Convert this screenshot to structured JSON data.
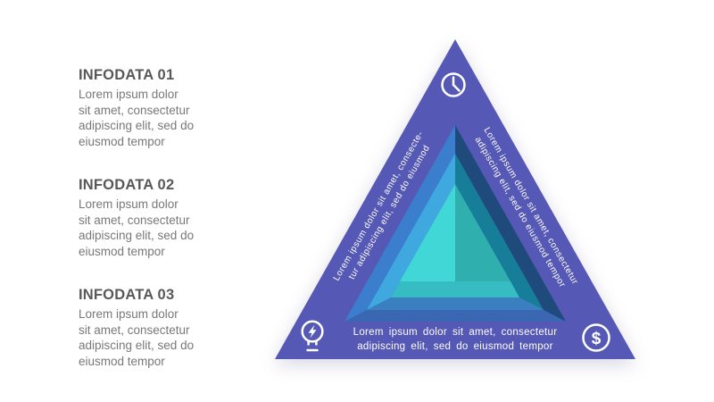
{
  "infodata_list": {
    "items": [
      {
        "title": "INFODATA 01",
        "lines": [
          "Lorem ipsum dolor",
          "sit amet, consectetur",
          "adipiscing elit, sed do",
          "eiusmod tempor"
        ]
      },
      {
        "title": "INFODATA 02",
        "lines": [
          "Lorem ipsum dolor",
          "sit amet, consectetur",
          "adipiscing elit, sed do",
          "eiusmod tempor"
        ]
      },
      {
        "title": "INFODATA 03",
        "lines": [
          "Lorem ipsum dolor",
          "sit amet, consectetur",
          "adipiscing elit, sed do",
          "eiusmod tempor"
        ]
      }
    ]
  },
  "pyramid": {
    "left_edge_label": {
      "line1": "Lorem ipsum dolor sit amet, consecte-",
      "line2": "tur adipiscing elit, sed do eiusmod"
    },
    "right_edge_label": {
      "line1": "Lorem ipsum dolor sit amet, consectetur",
      "line2": "adipiscing elit, sed do eiusmod tempor"
    },
    "bottom_label": {
      "line1": "Lorem ipsum dolor sit amet, consectetur",
      "line2": "adipiscing elit, sed do eiusmod tempor"
    },
    "dollar_symbol": "$",
    "icons": {
      "top": "clock-icon",
      "bottom_left": "lightbulb-icon",
      "bottom_right": "dollar-icon"
    },
    "colors": {
      "purple": "#5558B4",
      "layer1_left": "#3A7ECD",
      "layer1_right": "#1E4B7C",
      "layer1_bottom": "#3B66B2",
      "layer2_left": "#3FA9DF",
      "layer2_right": "#177E99",
      "layer2_bottom": "#3A7FC0",
      "core_left": "#40D7D6",
      "core_right": "#2FB0AF",
      "core_bottom": "#35BDC3",
      "text": "#FFFFFF"
    }
  }
}
